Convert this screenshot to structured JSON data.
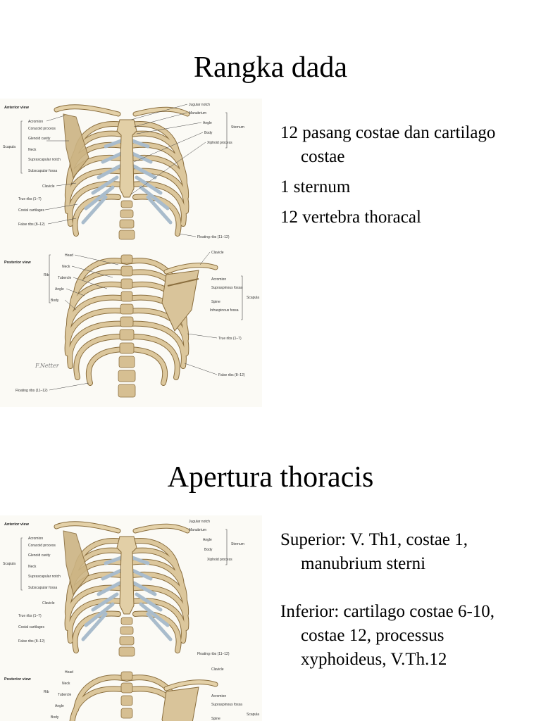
{
  "slides": [
    {
      "title": "Rangka dada",
      "bullets": [
        "12 pasang costae dan cartilago costae",
        "1 sternum",
        "12 vertebra thoracal"
      ]
    },
    {
      "title": "Apertura thoracis",
      "bullets": [
        "Superior: V. Th1, costae 1, manubrium sterni",
        "Inferior: cartilago costae 6-10, costae 12, processus xyphoideus, V.Th.12"
      ]
    }
  ],
  "figure": {
    "anterior_view": "Anterior view",
    "posterior_view": "Posterior view",
    "anterior_left_labels": [
      "Acromion",
      "Coracoid process",
      "Glenoid cavity",
      "Neck",
      "Suprascapular notch",
      "Subscapular fossa",
      "Clavicle",
      "True ribs (1–7)",
      "Costal cartilages",
      "False ribs (8–12)"
    ],
    "scapula": "Scapula",
    "anterior_right_labels": [
      "Jugular notch",
      "Manubrium",
      "Angle",
      "Body",
      "Xiphoid process"
    ],
    "sternum": "Sternum",
    "floating_ribs": "Floating ribs (11–12)",
    "posterior_left_labels": [
      "Head",
      "Neck",
      "Tubercle",
      "Angle",
      "Body"
    ],
    "rib": "Rib",
    "posterior_right_labels": [
      "Clavicle",
      "Acromion",
      "Supraspinous fossa",
      "Spine",
      "Infraspinous fossa"
    ],
    "true_ribs": "True ribs (1–7)",
    "false_ribs": "False ribs (8–12)",
    "floating_ribs_bottom": "Floating ribs (11–12)",
    "signature": "F.Netter",
    "colors": {
      "bone": "#d9c49a",
      "bone_edge": "#8a6e3e",
      "cartilage": "#a9bccc",
      "background": "#fbfaf5"
    }
  }
}
